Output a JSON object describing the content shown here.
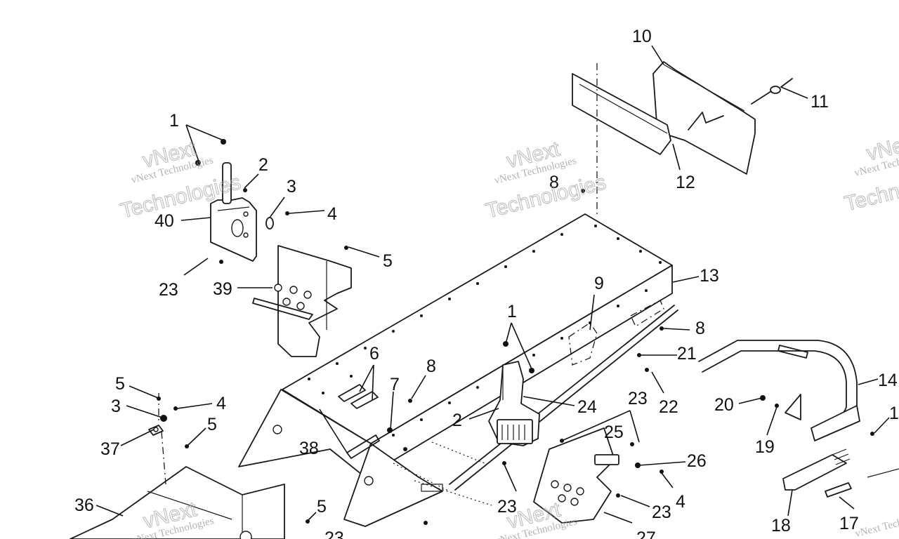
{
  "watermark": {
    "line1": "vNext Technologies",
    "line2": "vNext",
    "line3": "Technologies"
  },
  "callouts": [
    "10",
    "11",
    "12",
    "1",
    "2",
    "3",
    "4",
    "40",
    "5",
    "23",
    "39",
    "8",
    "13",
    "9",
    "1",
    "8",
    "21",
    "22",
    "6",
    "8",
    "7",
    "24",
    "2",
    "23",
    "14",
    "20",
    "19",
    "5",
    "3",
    "4",
    "37",
    "5",
    "38",
    "25",
    "26",
    "36",
    "5",
    "23",
    "23",
    "23",
    "4",
    "18",
    "17",
    "27",
    "1"
  ]
}
